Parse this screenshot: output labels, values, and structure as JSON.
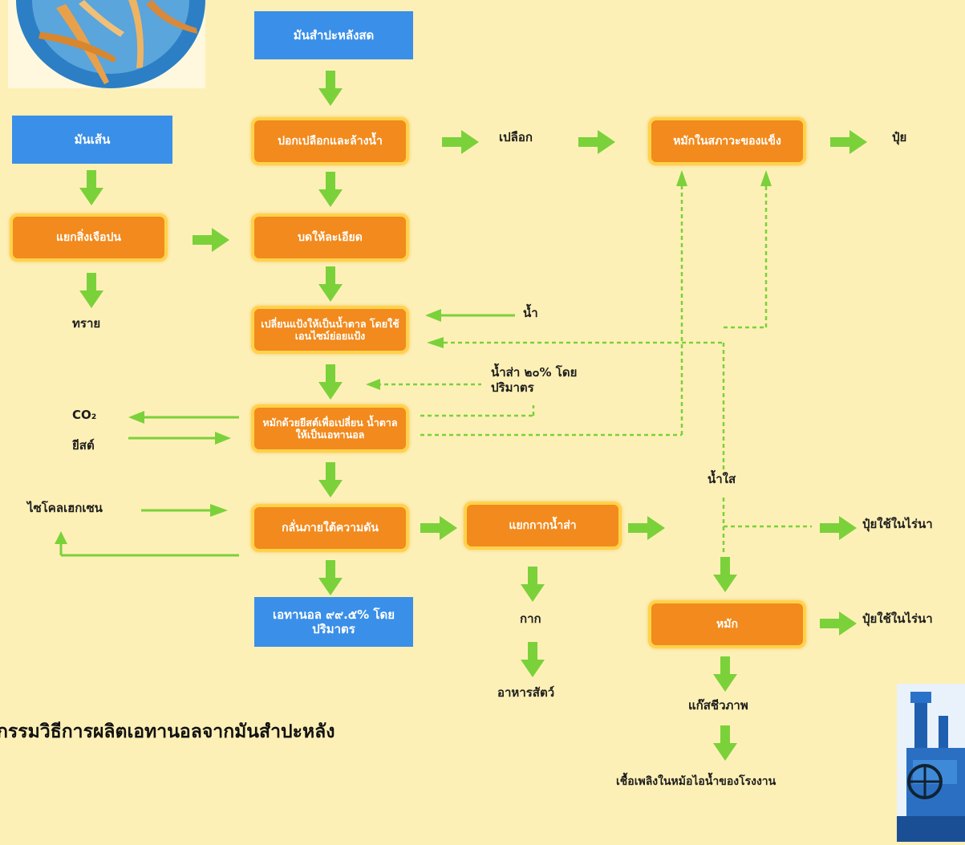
{
  "title": "กรรมวิธีการผลิตเอทานอลจากมันสำปะหลัง",
  "boxes": {
    "fresh_cassava": "มันสำปะหลังสด",
    "cassava_chips": "มันเส้น",
    "peel_wash": "ปอกเปลือกและล้างน้ำ",
    "separate_impurities": "แยกสิ่งเจือปน",
    "grind": "บดให้ละเอียด",
    "convert_sugar": "เปลี่ยนแป้งให้เป็นน้ำตาล โดยใช้เอนไซม์ย่อยแป้ง",
    "ferment_yeast": "หมักด้วยยีสต์เพื่อเปลี่ยน น้ำตาลให้เป็นเอทานอล",
    "distill": "กลั่นภายใต้ความดัน",
    "separate_stillage": "แยกกากน้ำส่า",
    "ethanol": "เอทานอล ๙๙.๕% โดยปริมาตร",
    "solid_ferment": "หมักในสภาวะของแข็ง",
    "digest": "หมัก"
  },
  "labels": {
    "peel": "เปลือก",
    "fertilizer": "ปุ๋ย",
    "sand": "ทราย",
    "water": "น้ำ",
    "stillage_20": "น้ำส่า ๒๐% โดยปริมาตร",
    "co2": "CO₂",
    "yeast": "ยีสต์",
    "cyclohexane": "ไซโคลเฮกเซน",
    "clear_water": "น้ำใส",
    "field_fertilizer_1": "ปุ๋ยใช้ในไร่นา",
    "field_fertilizer_2": "ปุ๋ยใช้ในไร่นา",
    "residue": "กาก",
    "animal_feed": "อาหารสัตว์",
    "biogas": "แก๊สชีวภาพ",
    "boiler_fuel": "เชื้อเพลิงในหม้อไอน้ำของโรงงาน"
  },
  "colors": {
    "background": "#fdf0b6",
    "process_box": "#f28a1d",
    "process_border": "#ffd24a",
    "input_box": "#3a8fe8",
    "arrow": "#7bd13a"
  },
  "icons": {
    "top_left": "cassava-root-illustration",
    "bottom_right": "boiler-machine-illustration"
  }
}
